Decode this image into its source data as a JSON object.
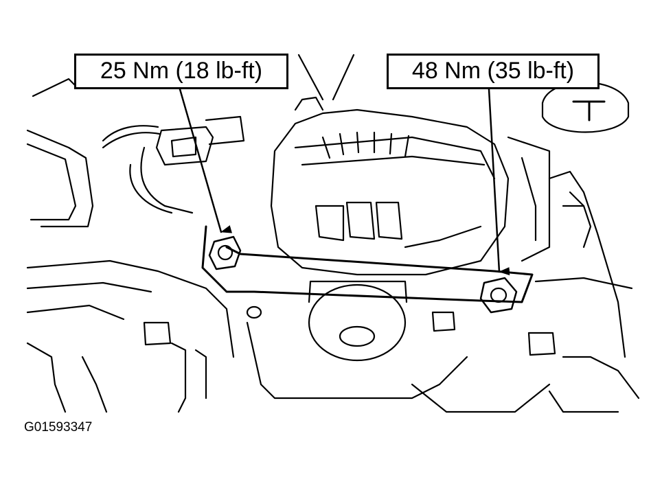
{
  "callouts": {
    "left": "25 Nm (18 lb-ft)",
    "right": "48 Nm (35 lb-ft)"
  },
  "figure_id": "G01593347",
  "colors": {
    "ink": "#000000",
    "background": "#ffffff"
  }
}
